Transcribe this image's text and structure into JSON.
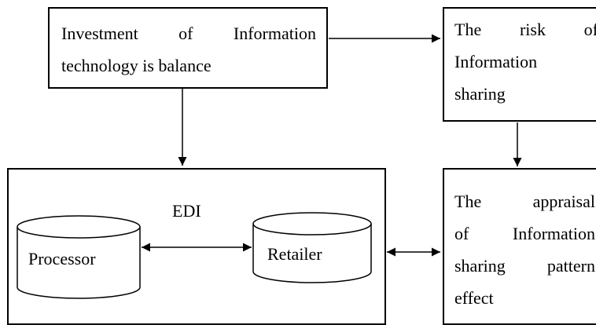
{
  "investment_box": {
    "lines": [
      "Investment of Information",
      "technology is balance"
    ]
  },
  "risk_box": {
    "lines": [
      "The risk of",
      "Information",
      "sharing"
    ]
  },
  "edi_box": {
    "label": "EDI",
    "processor": "Processor",
    "retailer": "Retailer"
  },
  "appraisal_box": {
    "lines": [
      "The appraisal",
      "of Information",
      "sharing pattern",
      "effect"
    ]
  }
}
